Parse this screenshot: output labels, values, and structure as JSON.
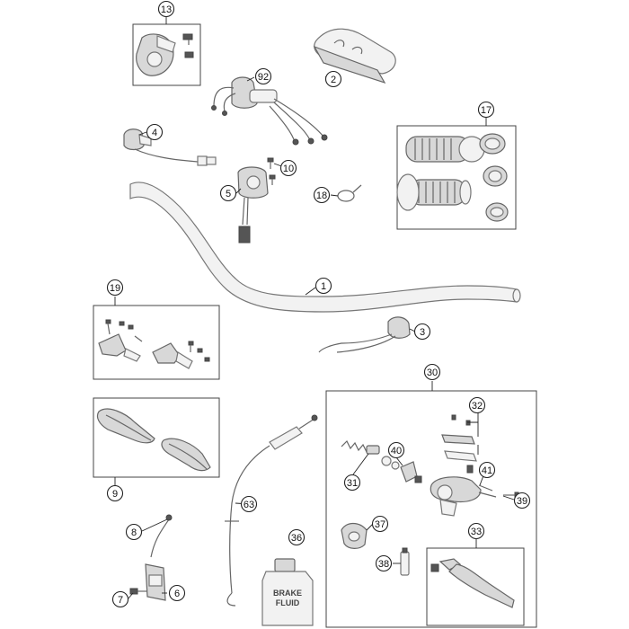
{
  "callouts": [
    "1",
    "2",
    "3",
    "4",
    "5",
    "6",
    "7",
    "8",
    "9",
    "10",
    "13",
    "17",
    "18",
    "19",
    "30",
    "31",
    "32",
    "33",
    "36",
    "37",
    "38",
    "39",
    "40",
    "41",
    "63",
    "92"
  ],
  "brake_fluid_label": [
    "BRAKE",
    "FLUID"
  ]
}
